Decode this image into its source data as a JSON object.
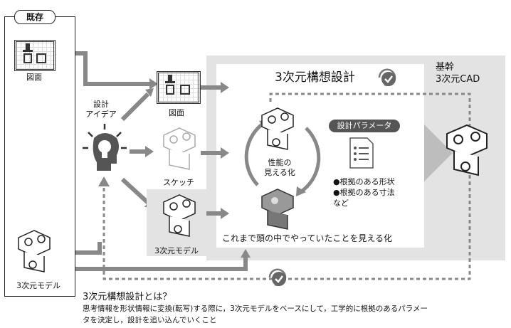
{
  "existing": {
    "tag": "既存",
    "drawing_label": "図面",
    "model_label": "3次元モデル"
  },
  "idea": {
    "label_line1": "設計",
    "label_line2": "アイデア"
  },
  "inputs": {
    "drawing_label": "図面",
    "sketch_label": "スケッチ",
    "model_label": "3次元モデル"
  },
  "main": {
    "title": "3次元構想設計",
    "visibility_line1": "性能の",
    "visibility_line2": "見える化",
    "params_title": "設計パラメータ",
    "bullet1": "●根拠のある形状",
    "bullet2": "●根拠のある寸法",
    "bullet3": "など",
    "caption": "これまで頭の中でやっていたことを見える化"
  },
  "base": {
    "line1": "基幹",
    "line2": "3次元CAD"
  },
  "footer": {
    "question": "3次元構想設計とは？",
    "line1": "思考情報を形状情報に変換(転写)する際に，3次元モデルをベースにして，工学的に根拠のあるパラメー",
    "line2": "タを決定し，設計を追い込んでいくこと"
  },
  "icons": [
    "lightbulb-head-icon",
    "cycle-check-icon",
    "document-list-icon",
    "bracket-part-icon"
  ]
}
